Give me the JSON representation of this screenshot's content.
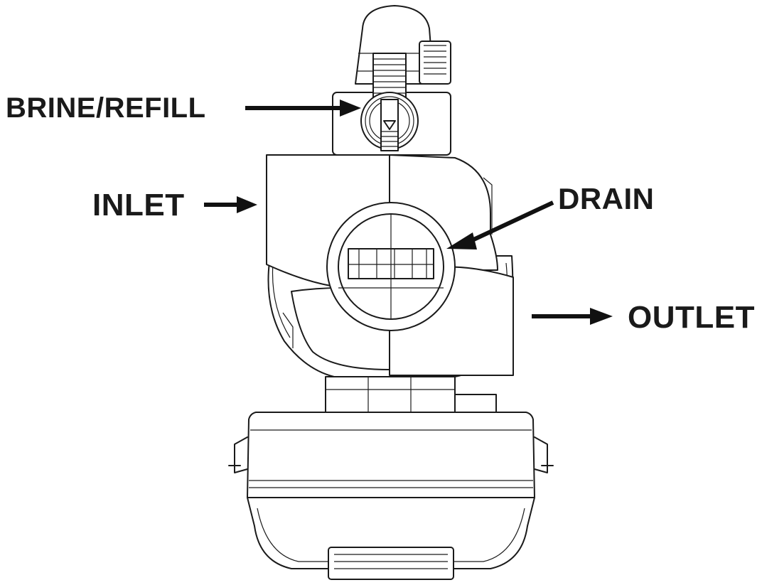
{
  "labels": {
    "brine_refill": "BRINE/REFILL",
    "inlet": "INLET",
    "drain": "DRAIN",
    "outlet": "OUTLET"
  },
  "colors": {
    "line": "#1a1a1a",
    "background": "#ffffff"
  }
}
